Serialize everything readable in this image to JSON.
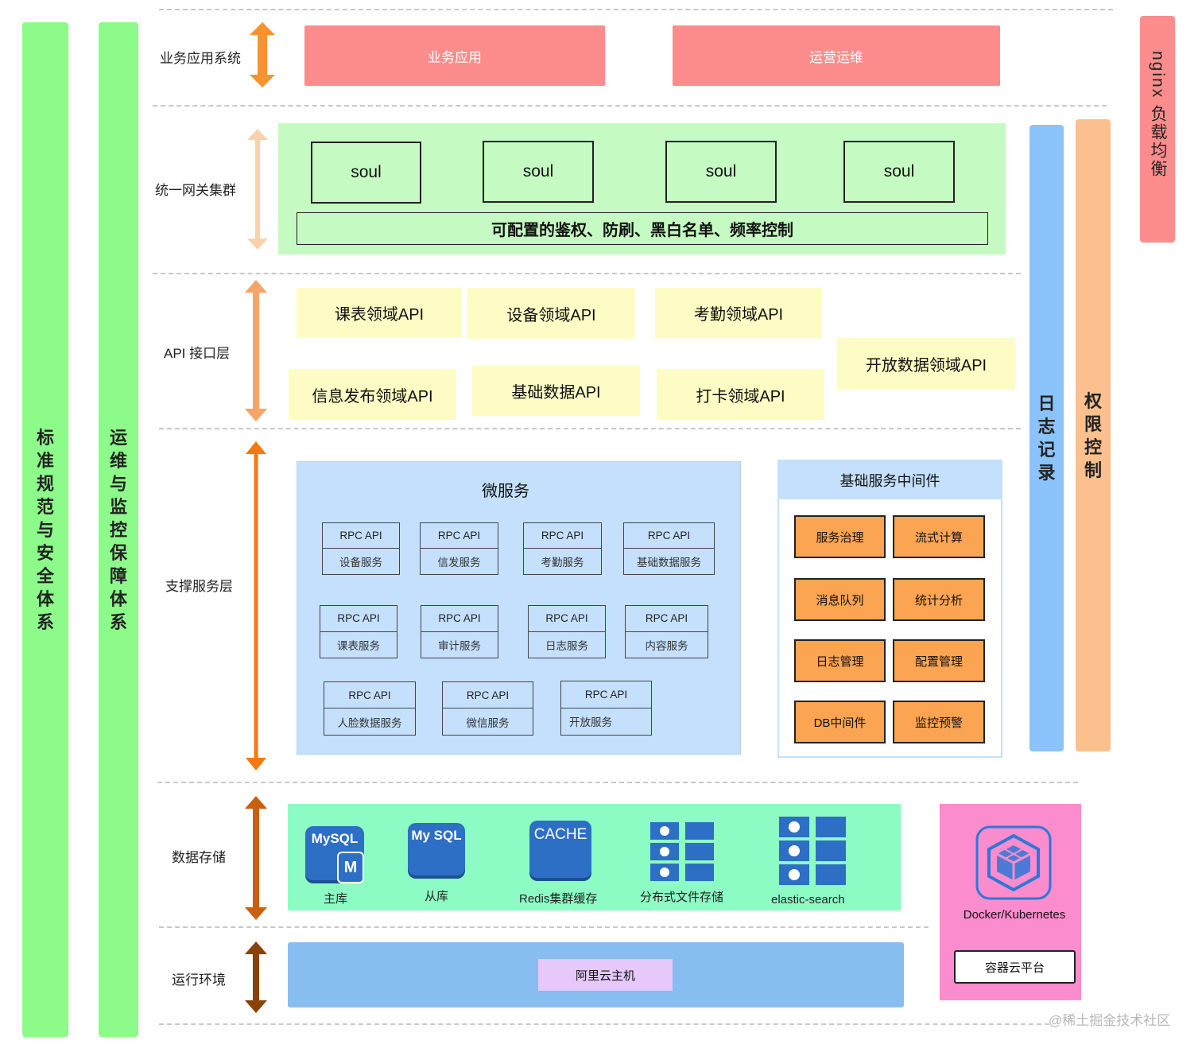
{
  "colors": {
    "left_bars": "#8dfb8a",
    "app_boxes": "#fd8c8c",
    "gateway": "#c5fbc2",
    "api": "#fdfcc4",
    "microservice": "#c4e0fc",
    "middleware_box": "#fba452",
    "storage": "#8dfbc4",
    "env": "#88bdf1",
    "log_bar": "#8bc3fb",
    "perm_bar": "#fbc08d",
    "nginx_bar": "#fd8c8c",
    "docker": "#fb8ccd"
  },
  "side": {
    "security_system": [
      "标",
      "准",
      "规",
      "范",
      "与",
      "安",
      "全",
      "体",
      "系"
    ],
    "ops_system": [
      "运",
      "维",
      "与",
      "监",
      "控",
      "保",
      "障",
      "体",
      "系"
    ],
    "log_record": [
      "日",
      "志",
      "记",
      "录"
    ],
    "permission_control": [
      "权",
      "限",
      "控",
      "制"
    ],
    "nginx": [
      "nginx",
      " ",
      "负",
      "载",
      "均",
      "衡"
    ]
  },
  "layers": {
    "business": "业务应用系统",
    "gateway": "统一网关集群",
    "api": "API 接口层",
    "support": "支撑服务层",
    "storage": "数据存储",
    "runtime": "运行环境"
  },
  "business_apps": [
    "业务应用",
    "运营运维"
  ],
  "gateway": {
    "nodes": [
      "soul",
      "soul",
      "soul",
      "soul"
    ],
    "features": "可配置的鉴权、防刷、黑白名单、频率控制"
  },
  "apis": [
    "课表领域API",
    "设备领域API",
    "考勤领域API",
    "开放数据领域API",
    "信息发布领域API",
    "基础数据API",
    "打卡领域API"
  ],
  "microservices": {
    "title": "微服务",
    "services": [
      {
        "api": "RPC API",
        "name": "设备服务"
      },
      {
        "api": "RPC API",
        "name": "信发服务"
      },
      {
        "api": "RPC API",
        "name": "考勤服务"
      },
      {
        "api": "RPC API",
        "name": "基础数据服务"
      },
      {
        "api": "RPC API",
        "name": "课表服务"
      },
      {
        "api": "RPC API",
        "name": "审计服务"
      },
      {
        "api": "RPC API",
        "name": "日志服务"
      },
      {
        "api": "RPC API",
        "name": "内容服务"
      },
      {
        "api": "RPC API",
        "name": "人脸数据服务"
      },
      {
        "api": "RPC API",
        "name": "微信服务"
      },
      {
        "api": "RPC API",
        "name": "开放服务"
      }
    ]
  },
  "middleware": {
    "title": "基础服务中间件",
    "items": [
      "服务治理",
      "流式计算",
      "消息队列",
      "统计分析",
      "日志管理",
      "配置管理",
      "DB中间件",
      "监控预警"
    ]
  },
  "storage": {
    "icons": {
      "mysql_master": "MySQL",
      "mysql_master_badge": "M",
      "mysql_slave": "My SQL",
      "cache": "CACHE"
    },
    "labels": [
      "主库",
      "从库",
      "Redis集群缓存",
      "分布式文件存储",
      "elastic-search"
    ]
  },
  "runtime": {
    "host": "阿里云主机"
  },
  "container": {
    "name": "Docker/Kubernetes",
    "platform": "容器云平台"
  },
  "watermark": "@稀土掘金技术社区"
}
